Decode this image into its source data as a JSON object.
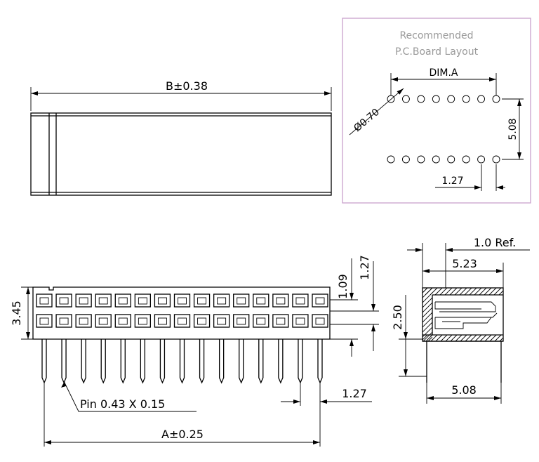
{
  "top_view": {
    "dim_b": "B±0.38"
  },
  "pcb_layout": {
    "title_line1": "Recommended",
    "title_line2": "P.C.Board  Layout",
    "dim_a": "DIM.A",
    "hole_diameter": "Ø0.70",
    "row_spacing": "5.08",
    "pitch": "1.27",
    "hole_count_per_row": 8,
    "border_color": "#c8a0cc"
  },
  "front_view": {
    "height": "3.45",
    "dim_109": "1.09",
    "dim_127_vert": "1.27",
    "pitch": "1.27",
    "pin_label": "Pin  0.43  X  0.15",
    "dim_a": "A±0.25",
    "pin_count": 15
  },
  "side_view": {
    "ref": "1.0  Ref.",
    "width": "5.23",
    "height": "2.50",
    "pin_spacing": "5.08"
  }
}
